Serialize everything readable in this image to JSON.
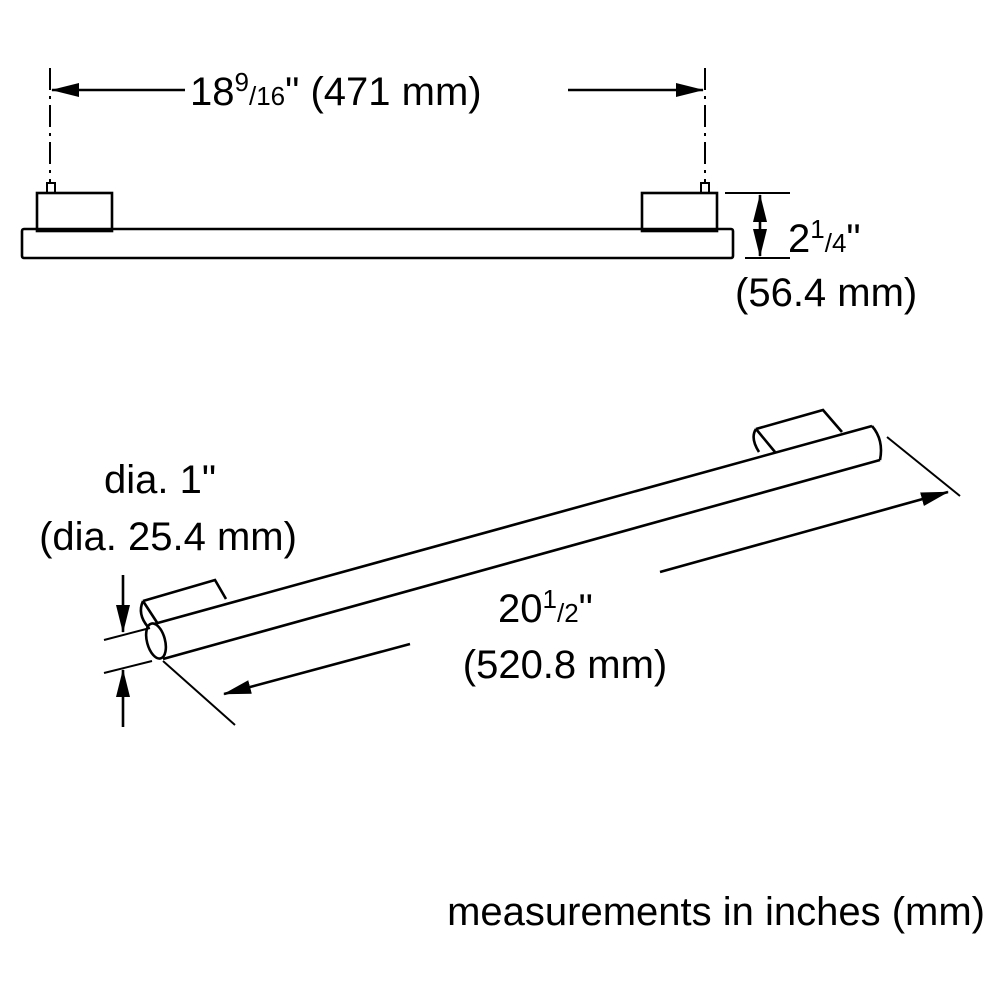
{
  "top_view": {
    "width_dim": {
      "whole": "18",
      "num": "9",
      "den": "16",
      "unit_mark": "\"",
      "metric": "(471 mm)"
    },
    "height_dim": {
      "whole": "2",
      "num": "1",
      "den": "4",
      "unit_mark": "\"",
      "metric": "(56.4 mm)"
    }
  },
  "iso_view": {
    "diameter": {
      "label": "dia. 1\"",
      "metric": "(dia. 25.4 mm)"
    },
    "length_dim": {
      "whole": "20",
      "num": "1",
      "den": "2",
      "unit_mark": "\"",
      "metric": "(520.8 mm)"
    }
  },
  "footer": {
    "note": "measurements in inches (mm)"
  },
  "colors": {
    "line": "#000000",
    "background": "#ffffff"
  }
}
